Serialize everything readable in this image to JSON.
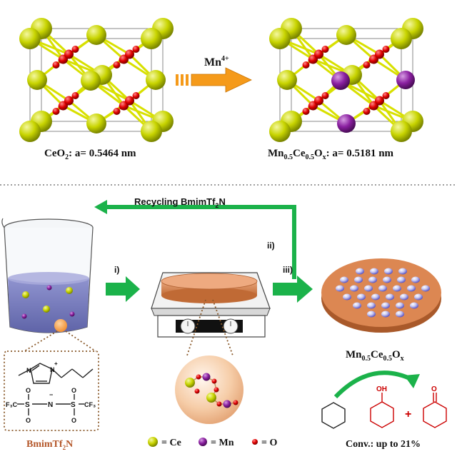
{
  "top": {
    "left_caption": {
      "formula_base": "CeO",
      "formula_sub": "2",
      "lattice": ": a= 0.5464 nm"
    },
    "arrow_label": {
      "base": "Mn",
      "sup": "4+"
    },
    "right_caption": {
      "mn": "Mn",
      "mn_sub": "0.5",
      "ce": "Ce",
      "ce_sub": "0.5",
      "o": "O",
      "o_sub": "x",
      "lattice": ": a= 0.5181 nm"
    }
  },
  "process": {
    "recycle_label": {
      "base": "Recycling BmimTf",
      "sub": "2",
      "end": "N"
    },
    "step_i": "i)",
    "step_ii": "ii)",
    "step_iii": "iii)",
    "catalyst_label": {
      "mn": "Mn",
      "mn_sub": "0.5",
      "ce": "Ce",
      "ce_sub": "0.5",
      "o": "O",
      "o_sub": "x"
    },
    "ionic_liquid_label": {
      "base": "BmimTf",
      "sub": "2",
      "end": "N"
    },
    "il_structure": {
      "cf3_left": "F₃C",
      "cf3_right": "CF₃",
      "n": "N",
      "s": "S",
      "o": "O",
      "plus": "+",
      "minus": "−"
    },
    "legend": {
      "ce": "= Ce",
      "mn": "= Mn",
      "o": "= O"
    },
    "reaction": {
      "oh": "OH",
      "o": "O",
      "plus": "+"
    },
    "conversion": "Conv.: up to 21%"
  },
  "colors": {
    "ce": "#c8d400",
    "mn": "#8a1fa0",
    "o": "#e00000",
    "arrow_orange": "#f59a1a",
    "arrow_green": "#1bb24a",
    "catalyst": "#d9824a"
  }
}
